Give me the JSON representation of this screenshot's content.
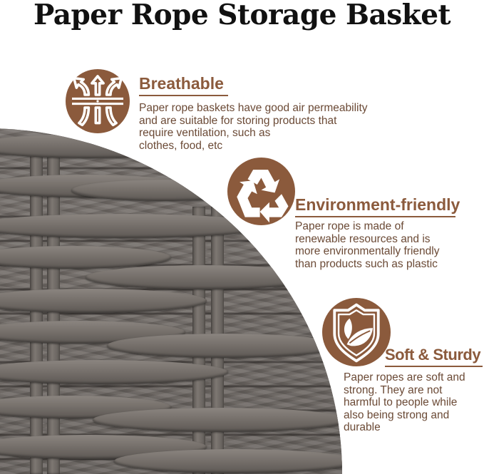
{
  "header": {
    "title": "Paper Rope Storage Basket"
  },
  "colors": {
    "accent_brown": "#8b5a3c",
    "text_brown": "#6b4a36",
    "weave_gray": "#6e6864",
    "title_black": "#111111"
  },
  "features": [
    {
      "icon": "airflow-arrows-icon",
      "title": "Breathable",
      "description_lines": [
        "Paper rope baskets have good air permeability",
        "and are suitable for storing products that",
        "require ventilation, such as",
        "clothes, food, etc"
      ]
    },
    {
      "icon": "recycle-icon",
      "title": "Environment-friendly",
      "description_lines": [
        "Paper rope is made of",
        "renewable resources and is",
        "more environmentally friendly",
        "than products such as plastic"
      ]
    },
    {
      "icon": "shield-leaf-icon",
      "title": "Soft & Sturdy",
      "description_lines": [
        "Paper ropes are soft and",
        "strong. They are not",
        "harmful to people while",
        "also being strong and",
        "durable"
      ]
    }
  ]
}
